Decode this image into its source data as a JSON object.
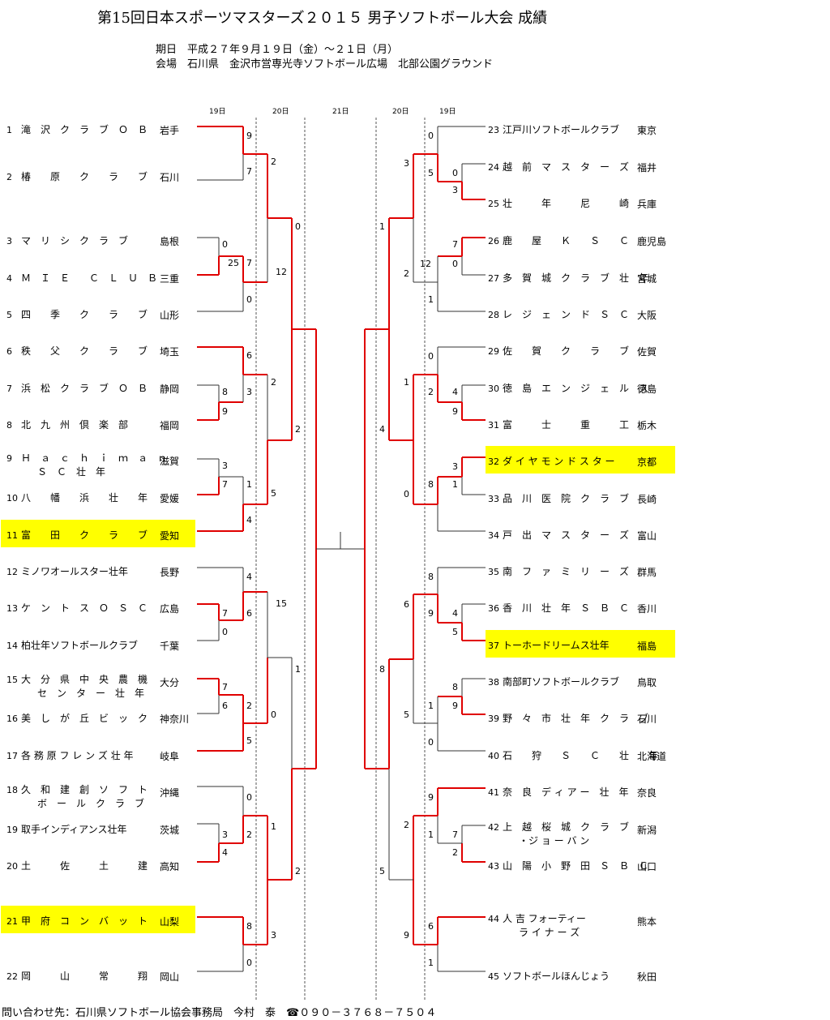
{
  "header": {
    "title": "第15回日本スポーツマスターズ２０１５ 男子ソフトボール大会 成績",
    "date": "期日　平成２７年９月１９日（金）～２１日（月）",
    "venue": "会場　石川県　金沢市営専光寺ソフトボール広場　北部公園グラウンド"
  },
  "day_headers": {
    "left_19": "19日",
    "left_20": "20日",
    "center_21": "21日",
    "right_20": "20日",
    "right_19": "19日"
  },
  "left_teams": [
    {
      "num": "1",
      "name": "滝　沢　ク　ラ　ブ　Ｏ　Ｂ",
      "pref": "岩手"
    },
    {
      "num": "2",
      "name": "椿　　原　　ク　　ラ　　ブ",
      "pref": "石川"
    },
    {
      "num": "3",
      "name": "マ　リ　シ　ク　ラ　ブ",
      "pref": "島根"
    },
    {
      "num": "4",
      "name": "Ｍ　Ｉ　Ｅ　　Ｃ　Ｌ　Ｕ　Ｂ",
      "pref": "三重"
    },
    {
      "num": "5",
      "name": "四　　季　　ク　　ラ　　ブ",
      "pref": "山形"
    },
    {
      "num": "6",
      "name": "秩　　父　　ク　　ラ　　ブ",
      "pref": "埼玉"
    },
    {
      "num": "7",
      "name": "浜　松　ク　ラ　ブ　Ｏ　Ｂ",
      "pref": "静岡"
    },
    {
      "num": "8",
      "name": "北　九　州　倶　楽　部",
      "pref": "福岡"
    },
    {
      "num": "9",
      "name": "Ｈ　ａ　ｃ　ｈ　ｉ　ｍ　ａ　ｎ",
      "name2": "Ｓ　Ｃ　壮　年",
      "pref": "滋賀"
    },
    {
      "num": "10",
      "name": "八　　幡　　浜　　壮　　年",
      "pref": "愛媛"
    },
    {
      "num": "11",
      "name": "富　　田　　ク　　ラ　　ブ",
      "pref": "愛知"
    },
    {
      "num": "12",
      "name": "ミノワオールスター壮年",
      "pref": "長野"
    },
    {
      "num": "13",
      "name": "ケ　ン　ト　ス　Ｏ　Ｓ　Ｃ",
      "pref": "広島"
    },
    {
      "num": "14",
      "name": "柏壮年ソフトボールクラブ",
      "pref": "千葉"
    },
    {
      "num": "15",
      "name": "大　分　県　中　央　農　機",
      "name2": "セ　ン　タ　ー　壮　年",
      "pref": "大分"
    },
    {
      "num": "16",
      "name": "美　し　が　丘　ビ　ッ　ク",
      "pref": "神奈川"
    },
    {
      "num": "17",
      "name": "各 務 原 フ レ ン ズ 壮 年",
      "pref": "岐阜"
    },
    {
      "num": "18",
      "name": "久　和　建　創　ソ　フ　ト",
      "name2": "ボ　ー　ル　ク　ラ　ブ",
      "pref": "沖縄"
    },
    {
      "num": "19",
      "name": "取手インディアンス壮年",
      "pref": "茨城"
    },
    {
      "num": "20",
      "name": "土　　　佐　　　土　　　建",
      "pref": "高知"
    },
    {
      "num": "21",
      "name": "甲　府　コ　ン　バ　ッ　ト",
      "pref": "山梨"
    },
    {
      "num": "22",
      "name": "岡　　　山　　　常　　　翔",
      "pref": "岡山"
    }
  ],
  "right_teams": [
    {
      "num": "23",
      "name": "江戸川ソフトボールクラブ",
      "pref": "東京"
    },
    {
      "num": "24",
      "name": "越　前　マ　ス　タ　ー　ズ",
      "pref": "福井"
    },
    {
      "num": "25",
      "name": "壮　　　年　　　尼　　　崎",
      "pref": "兵庫"
    },
    {
      "num": "26",
      "name": "鹿　　屋　　Ｋ　　Ｓ　　Ｃ",
      "pref": "鹿児島"
    },
    {
      "num": "27",
      "name": "多　賀　城　ク　ラ　ブ　壮　年",
      "pref": "宮城"
    },
    {
      "num": "28",
      "name": "レ　ジ　ェ　ン　ド　Ｓ　Ｃ",
      "pref": "大阪"
    },
    {
      "num": "29",
      "name": "佐　　賀　　ク　　ラ　　ブ",
      "pref": "佐賀"
    },
    {
      "num": "30",
      "name": "徳　島　エ　ン　ジ　ェ　ル　ス",
      "pref": "徳島"
    },
    {
      "num": "31",
      "name": "富　　　士　　　重　　　工",
      "pref": "栃木"
    },
    {
      "num": "32",
      "name": "ダ イ ヤ モ ン ド ス タ ー",
      "pref": "京都"
    },
    {
      "num": "33",
      "name": "品　川　医　院　ク　ラ　ブ",
      "pref": "長崎"
    },
    {
      "num": "34",
      "name": "戸　出　マ　ス　タ　ー　ズ",
      "pref": "富山"
    },
    {
      "num": "35",
      "name": "南　フ　ァ　ミ　リ　ー　ズ",
      "pref": "群馬"
    },
    {
      "num": "36",
      "name": "香　川　壮　年　Ｓ　Ｂ　Ｃ",
      "pref": "香川"
    },
    {
      "num": "37",
      "name": "トーホードリームス壮年",
      "pref": "福島"
    },
    {
      "num": "38",
      "name": "南部町ソフトボールクラブ",
      "pref": "鳥取"
    },
    {
      "num": "39",
      "name": "野　々　市　壮　年　ク　ラ　ブ",
      "pref": "石川"
    },
    {
      "num": "40",
      "name": "石　　狩　　Ｓ　　Ｃ　　壮　　年",
      "pref": "北海道"
    },
    {
      "num": "41",
      "name": "奈　良　デ ィ ア ー　壮　年",
      "pref": "奈良"
    },
    {
      "num": "42",
      "name": "上　越　桜　城　ク　ラ　ブ",
      "name2": "・ジ ョ ー バ ン",
      "pref": "新潟"
    },
    {
      "num": "43",
      "name": "山　陽　小　野　田　Ｓ　Ｂ　Ｃ",
      "pref": "山口"
    },
    {
      "num": "44",
      "name": "人 吉 フォーティー",
      "name2": "ラ イ ナ ー ズ",
      "pref": "熊本"
    },
    {
      "num": "45",
      "name": "ソフトボールほんじょう",
      "pref": "秋田"
    }
  ],
  "highlighted": [
    "11",
    "21",
    "32",
    "37"
  ],
  "scores": {
    "l1": "9",
    "l2": "7",
    "l3": "0",
    "l4": "25",
    "l5": "7",
    "l6": "0",
    "l7": "12",
    "l8": "2",
    "l9": "0",
    "l10": "6",
    "l11": "8",
    "l12": "9",
    "l13": "3",
    "l14": "2",
    "l15": "3",
    "l16": "7",
    "l17": "1",
    "l18": "4",
    "l19": "5",
    "l20": "2",
    "l21": "4",
    "l22": "7",
    "l23": "0",
    "l24": "6",
    "l25": "15",
    "l26": "7",
    "l27": "6",
    "l28": "2",
    "l29": "5",
    "l30": "0",
    "l31": "1",
    "l32": "0",
    "l33": "3",
    "l34": "4",
    "l35": "2",
    "l36": "1",
    "l37": "8",
    "l38": "0",
    "l39": "3",
    "l40": "2",
    "r1": "0",
    "r2": "5",
    "r3": "0",
    "r4": "3",
    "r5": "3",
    "r6": "1",
    "r7": "7",
    "r8": "0",
    "r9": "2",
    "r10": "12",
    "r11": "1",
    "r12": "0",
    "r13": "2",
    "r14": "4",
    "r15": "9",
    "r16": "1",
    "r17": "3",
    "r18": "1",
    "r19": "8",
    "r20": "0",
    "r21": "4",
    "r22": "8",
    "r23": "9",
    "r24": "4",
    "r25": "5",
    "r26": "6",
    "r27": "1",
    "r28": "8",
    "r29": "9",
    "r30": "5",
    "r31": "0",
    "r32": "8",
    "r33": "9",
    "r34": "1",
    "r35": "7",
    "r36": "2",
    "r37": "2",
    "r38": "6",
    "r39": "9",
    "r40": "1",
    "r41": "5"
  },
  "footer": "問い合わせ先：石川県ソフトボール協会事務局　今村　泰　☎０９０－３７６８－７５０４"
}
